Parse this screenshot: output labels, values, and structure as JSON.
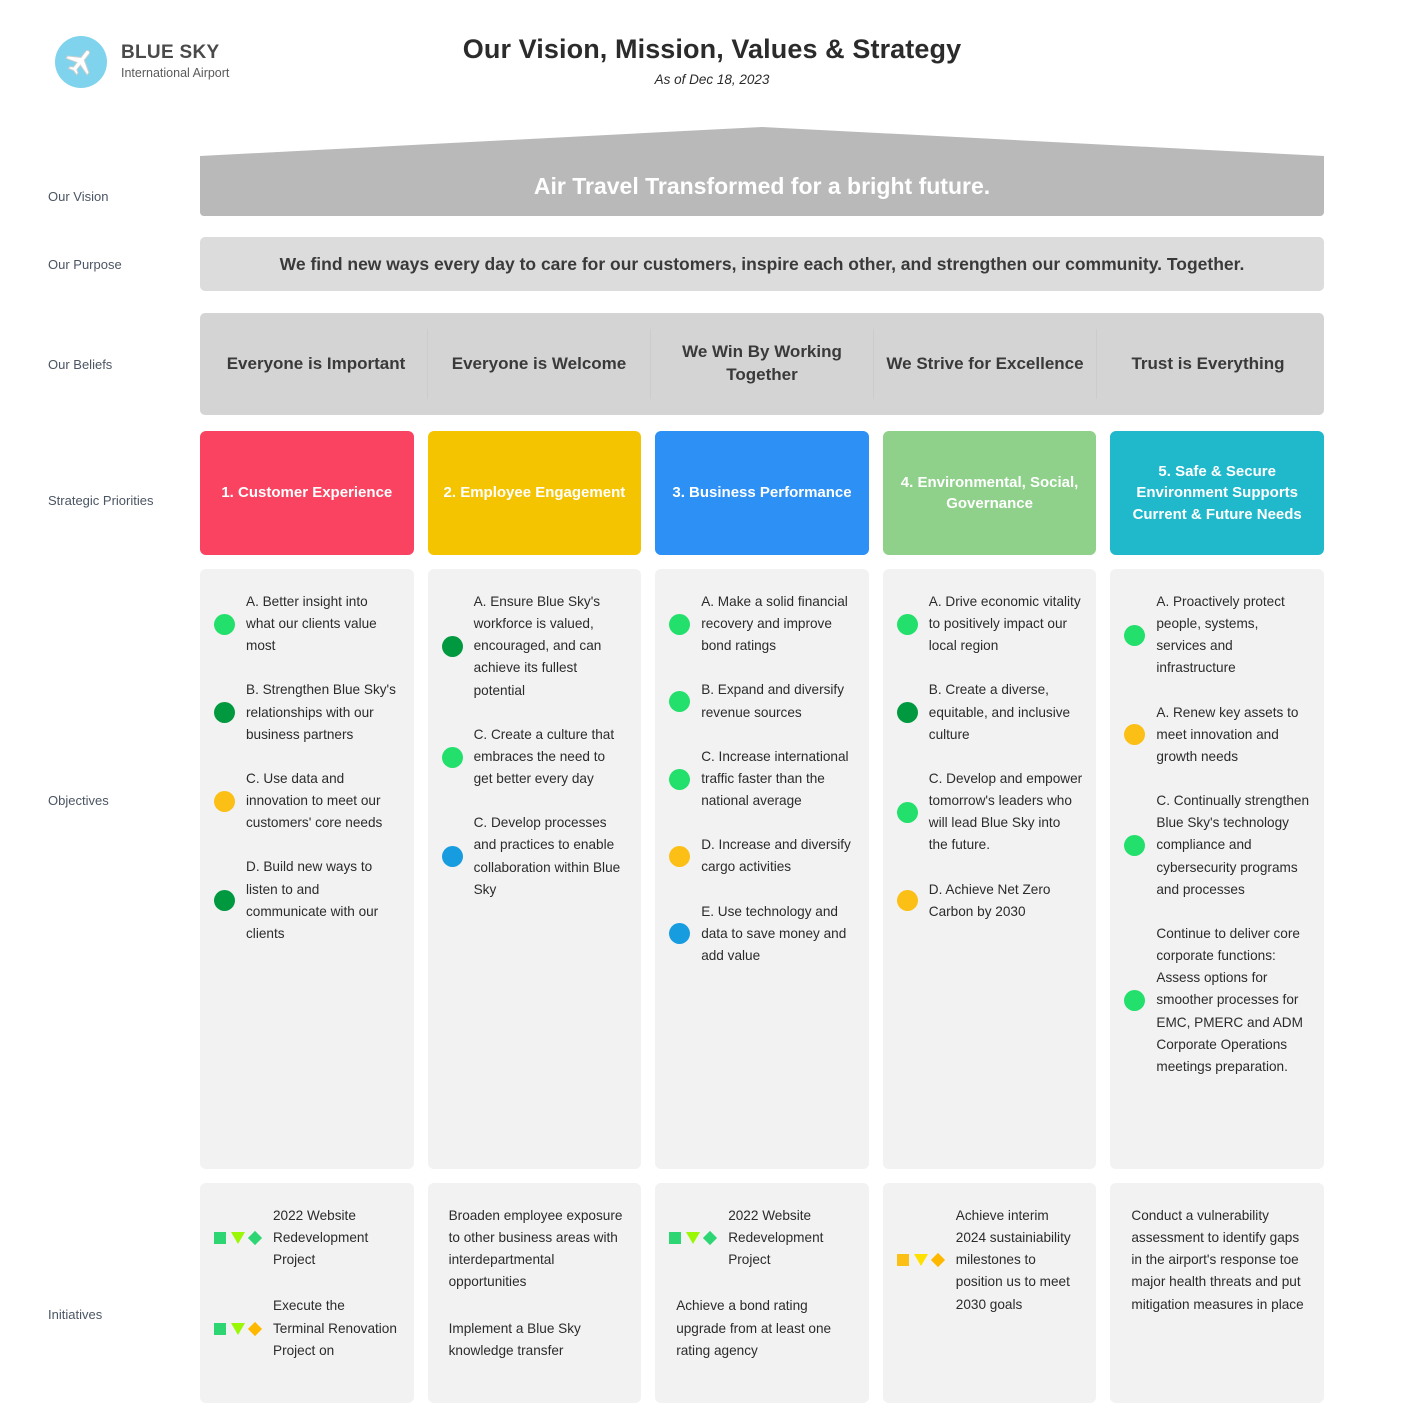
{
  "brand": {
    "name": "BLUE SKY",
    "tagline": "International Airport",
    "logo_icon": "airplane-icon",
    "logo_circle_color": "#7FD3EC"
  },
  "header": {
    "title": "Our Vision, Mission, Values & Strategy",
    "subtitle": "As of Dec 18, 2023"
  },
  "row_labels": {
    "vision": "Our Vision",
    "purpose": "Our Purpose",
    "beliefs": "Our Beliefs",
    "priorities": "Strategic Priorities",
    "objectives": "Objectives",
    "initiatives": "Initiatives"
  },
  "vision": {
    "text": "Air Travel Transformed for a bright future.",
    "band_color": "#b9b9b9"
  },
  "purpose": {
    "text": "We find new ways every day to care for our customers, inspire each other, and strengthen our community. Together.",
    "band_color": "#dcdcdc"
  },
  "beliefs": [
    "Everyone is Important",
    "Everyone is Welcome",
    "We Win By Working Together",
    "We Strive for Excellence",
    "Trust is Everything"
  ],
  "status_colors": {
    "green_bright": "#22E06B",
    "green_dark": "#00993F",
    "yellow": "#FBBF16",
    "blue": "#189CE0",
    "square_green": "#2ED573",
    "triangle_chartreuse": "#9AF705",
    "diamond_green": "#2ED573",
    "diamond_amber": "#FFB800",
    "square_amber": "#FBBF16",
    "triangle_yellow": "#FFE000"
  },
  "columns": [
    {
      "priority": {
        "label": "1. Customer Experience",
        "color": "#FA4361"
      },
      "objectives": [
        {
          "status": "green_bright",
          "text": "A. Better insight into what our clients value most"
        },
        {
          "status": "green_dark",
          "text": "B. Strengthen Blue Sky's relationships with our business partners"
        },
        {
          "status": "yellow",
          "text": "C. Use data and innovation to meet our customers' core needs"
        },
        {
          "status": "green_dark",
          "text": "D. Build new ways to listen to and communicate with our clients"
        }
      ],
      "initiatives": [
        {
          "marks": {
            "square": "square_green",
            "triangle": "triangle_chartreuse",
            "diamond": "diamond_green"
          },
          "text": "2022 Website Redevelopment Project"
        },
        {
          "marks": {
            "square": "square_green",
            "triangle": "triangle_chartreuse",
            "diamond": "diamond_amber"
          },
          "text": "Execute the Terminal Renovation Project on"
        }
      ]
    },
    {
      "priority": {
        "label": "2. Employee Engagement",
        "color": "#F5C400"
      },
      "objectives": [
        {
          "status": "green_dark",
          "text": "A. Ensure Blue Sky's workforce is valued, encouraged, and can achieve its fullest potential"
        },
        {
          "status": "green_bright",
          "text": "C. Create a culture that embraces the need to get better every day"
        },
        {
          "status": "blue",
          "text": "C. Develop processes and practices to enable collaboration within Blue Sky"
        }
      ],
      "initiatives": [
        {
          "marks": null,
          "text": "Broaden employee exposure to other business areas with interdepartmental opportunities"
        },
        {
          "marks": null,
          "text": "Implement a Blue Sky knowledge transfer"
        }
      ]
    },
    {
      "priority": {
        "label": "3. Business Performance",
        "color": "#2D90F5"
      },
      "objectives": [
        {
          "status": "green_bright",
          "text": "A. Make a solid financial recovery and improve bond ratings"
        },
        {
          "status": "green_bright",
          "text": "B. Expand and diversify revenue sources"
        },
        {
          "status": "green_bright",
          "text": "C. Increase international traffic faster than the national average"
        },
        {
          "status": "yellow",
          "text": "D. Increase and diversify cargo activities"
        },
        {
          "status": "blue",
          "text": "E. Use technology and data to save money and add value"
        }
      ],
      "initiatives": [
        {
          "marks": {
            "square": "square_green",
            "triangle": "triangle_chartreuse",
            "diamond": "diamond_green"
          },
          "text": "2022 Website Redevelopment Project"
        },
        {
          "marks": null,
          "text": "Achieve a bond rating upgrade from at least one rating agency"
        }
      ]
    },
    {
      "priority": {
        "label": "4. Environmental, Social, Governance",
        "color": "#8FD08A"
      },
      "objectives": [
        {
          "status": "green_bright",
          "text": "A. Drive economic vitality to positively impact our local region"
        },
        {
          "status": "green_dark",
          "text": "B. Create a diverse, equitable, and inclusive culture"
        },
        {
          "status": "green_bright",
          "text": "C. Develop and empower tomorrow's leaders who will lead Blue Sky into the future."
        },
        {
          "status": "yellow",
          "text": "D. Achieve Net Zero Carbon by 2030"
        }
      ],
      "initiatives": [
        {
          "marks": {
            "square": "square_amber",
            "triangle": "triangle_yellow",
            "diamond": "diamond_amber"
          },
          "text": "Achieve interim 2024 sustainiability milestones to position us to meet 2030 goals"
        }
      ]
    },
    {
      "priority": {
        "label": "5. Safe & Secure Environment Supports Current & Future Needs",
        "color": "#20B9CC"
      },
      "objectives": [
        {
          "status": "green_bright",
          "text": "A. Proactively protect people, systems, services and infrastructure"
        },
        {
          "status": "yellow",
          "text": "A. Renew key assets to meet innovation and growth needs"
        },
        {
          "status": "green_bright",
          "text": "C. Continually strengthen Blue Sky's technology compliance and cybersecurity programs and processes"
        },
        {
          "status": "green_bright",
          "text": "Continue to deliver core corporate functions: Assess options for smoother processes for EMC, PMERC and ADM Corporate Operations meetings preparation."
        }
      ],
      "initiatives": [
        {
          "marks": null,
          "text": "Conduct a vulnerability assessment to identify gaps in the airport's response toe major health threats and put mitigation measures in place"
        }
      ]
    }
  ]
}
